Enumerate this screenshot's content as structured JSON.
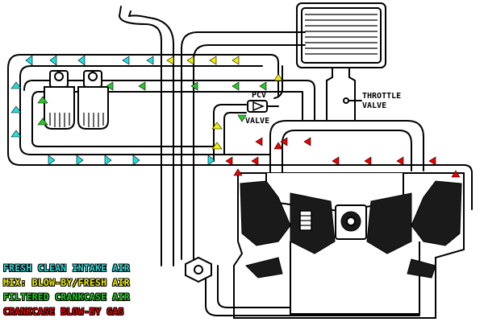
{
  "labels": {
    "pcv_line1": "PCV",
    "pcv_line2": "VALVE",
    "throttle_line1": "THROTTLE",
    "throttle_line2": "VALVE"
  },
  "legend": [
    {
      "label": "FRESH CLEAN INTAKE AIR",
      "color": "#22dddd"
    },
    {
      "label": "MIX: BLOW-BY/FRESH AIR",
      "color": "#f0f000"
    },
    {
      "label": "FILTERED CRANKCASE AIR",
      "color": "#22cc22"
    },
    {
      "label": "CRANKCASE BLOW-BY GAS",
      "color": "#ee0000"
    }
  ],
  "colors": {
    "fresh_air": "#22dddd",
    "mix": "#f0f000",
    "filtered": "#22cc22",
    "blow_by": "#ee0000"
  }
}
